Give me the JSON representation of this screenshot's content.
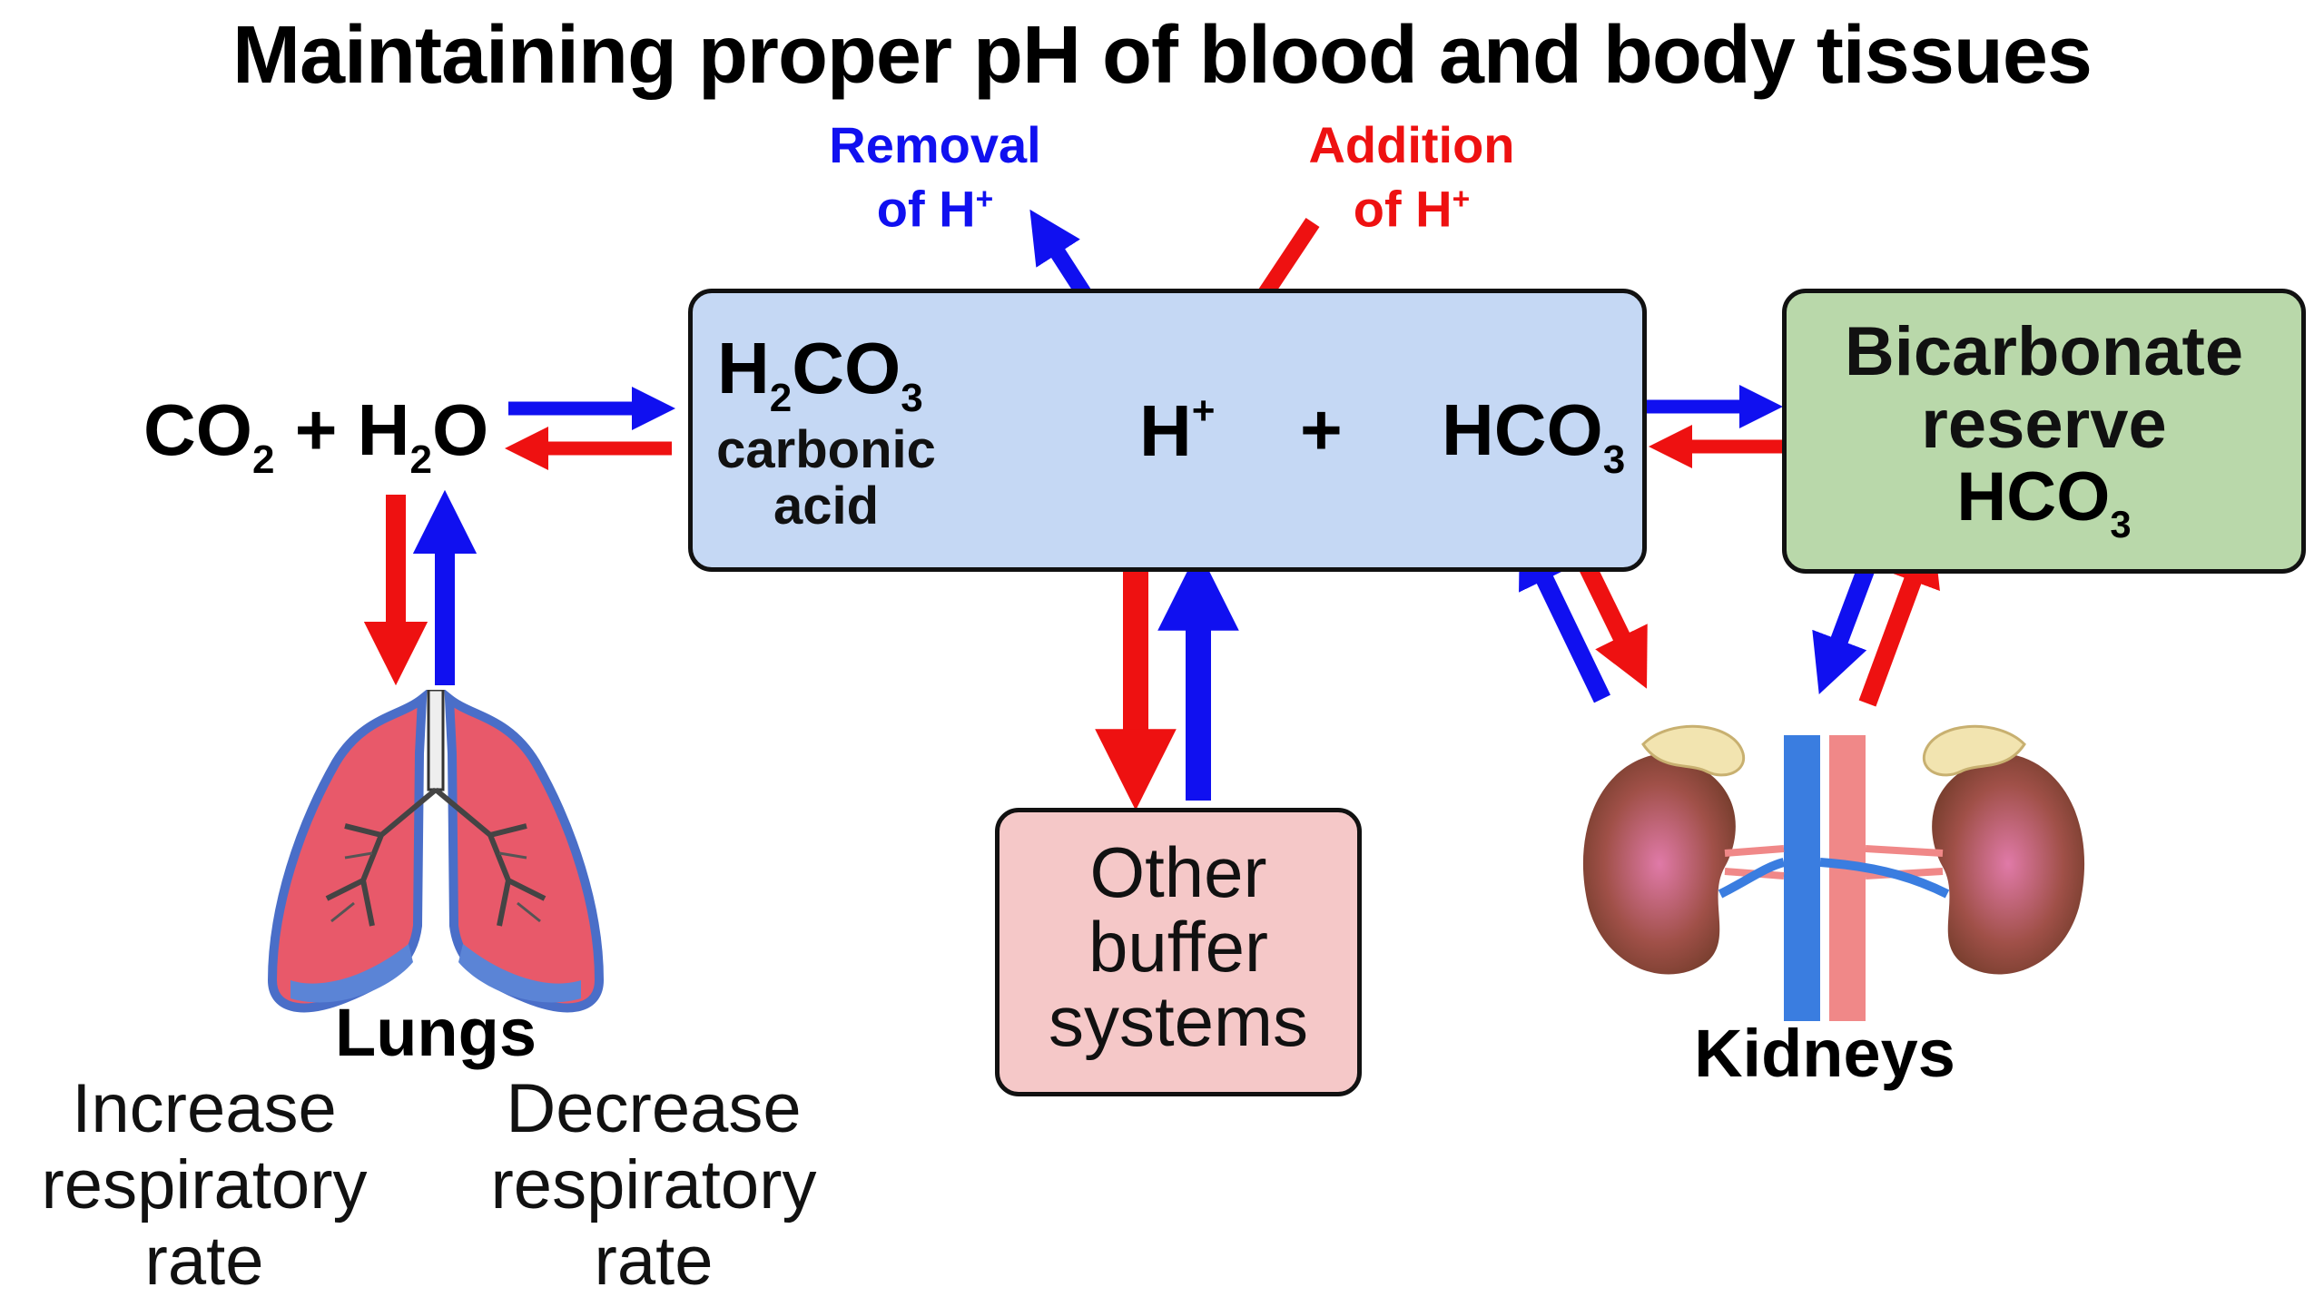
{
  "title": "Maintaining proper pH of blood and body tissues",
  "labels": {
    "removal_line1": "Removal",
    "removal_line2": "of H",
    "removal_sup": "+",
    "addition_line1": "Addition",
    "addition_line2": "of H",
    "addition_sup": "+"
  },
  "equation": {
    "co2": "CO",
    "co2_sub": "2",
    "plus": "+",
    "h2o_h": "H",
    "h2o_sub": "2",
    "h2o_o": "O",
    "h2co3_h": "H",
    "h2co3_sub1": "2",
    "h2co3_co": "CO",
    "h2co3_sub2": "3",
    "carbonic_line1": "carbonic",
    "carbonic_line2": "acid",
    "h_ion": "H",
    "h_ion_sup": "+",
    "plus2": "+",
    "hco3": "HCO",
    "hco3_sub": "3"
  },
  "reserve": {
    "line1": "Bicarbonate",
    "line2": "reserve",
    "line3": "HCO",
    "line3_sub": "3"
  },
  "other_buffers": {
    "line1": "Other",
    "line2": "buffer",
    "line3": "systems"
  },
  "lungs": {
    "name": "Lungs",
    "left_caption_1": "Increase",
    "left_caption_2": "respiratory",
    "left_caption_3": "rate",
    "right_caption_1": "Decrease",
    "right_caption_2": "respiratory",
    "right_caption_3": "rate"
  },
  "kidneys": {
    "name": "Kidneys"
  },
  "colors": {
    "arrow_blue": "#1010f0",
    "arrow_red": "#ee1111",
    "main_box": "#c5d8f4",
    "reserve_box": "#b9d8aa",
    "other_box": "#f5c8c8"
  }
}
